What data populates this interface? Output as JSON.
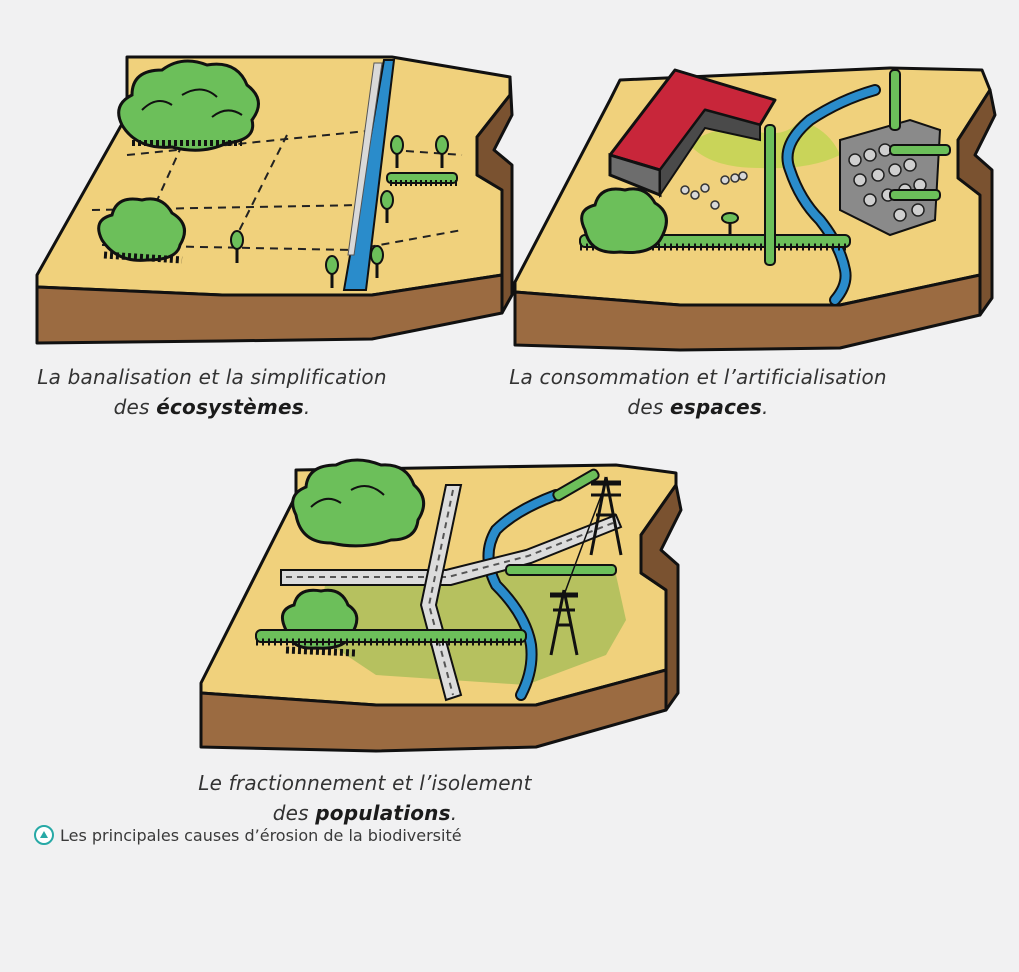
{
  "captions": {
    "block1": {
      "line1": "La banalisation et la simplification",
      "line2_prefix": "des ",
      "line2_em": "écosystèmes",
      "line2_suffix": "."
    },
    "block2": {
      "line1": "La consommation et l’artificialisation",
      "line2_prefix": "des ",
      "line2_em": "espaces",
      "line2_suffix": "."
    },
    "block3": {
      "line1": "Le fractionnement et l’isolement",
      "line2_prefix": "des ",
      "line2_em": "populations",
      "line2_suffix": "."
    }
  },
  "figure_caption": "Les principales causes d’érosion de la biodiversité",
  "icons": {
    "figure_caption_icon": "triangle-up-circle-icon"
  },
  "colors": {
    "panel": "#f1f1f2",
    "soil": "#9b6b41",
    "land": "#f0d17c",
    "tree": "#6cbf5a",
    "water": "#2a8ccb",
    "roof": "#c8263a",
    "accent": "#27a9a6"
  }
}
